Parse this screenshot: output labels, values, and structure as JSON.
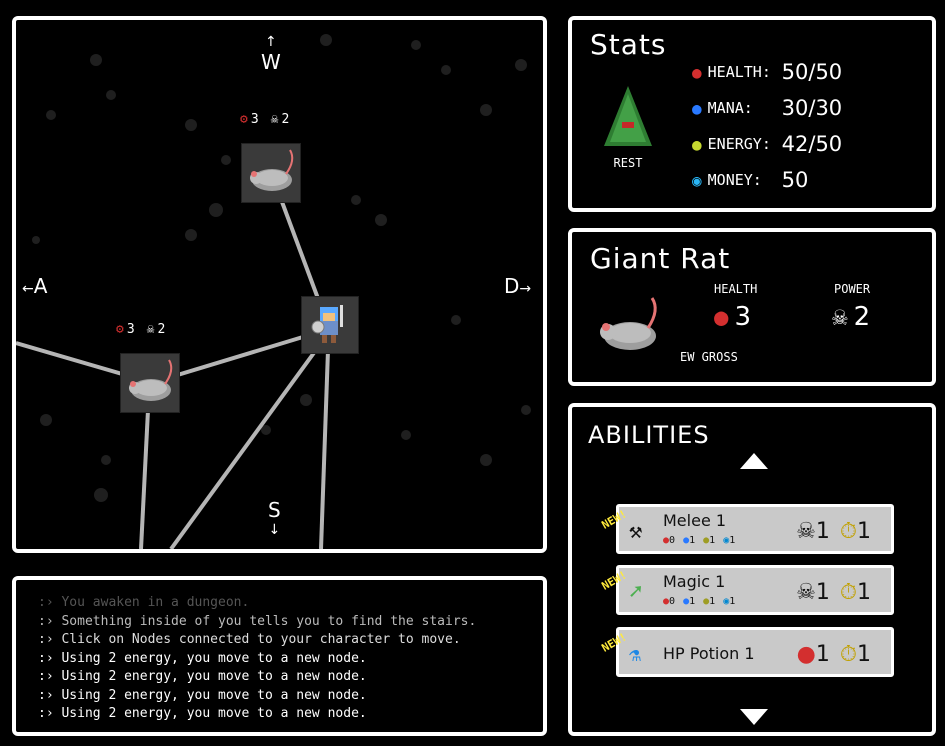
{
  "map": {
    "nav_up": "W",
    "nav_left": "A",
    "nav_right": "D",
    "nav_down": "S",
    "node_a": {
      "potion": "3",
      "skull": "2"
    },
    "node_b": {
      "potion": "3",
      "skull": "2"
    }
  },
  "log": {
    "lines": [
      ":› You awaken in a dungeon.",
      ":› Something inside of you tells you to find the stairs.",
      ":› Click on Nodes connected to your character to move.",
      ":› Using 2 energy, you move to a new node.",
      ":› Using 2 energy, you move to a new node.",
      ":› Using 2 energy, you move to a new node.",
      ":› Using 2 energy, you move to a new node."
    ]
  },
  "stats": {
    "title": "Stats",
    "rest_label": "REST",
    "health_label": "HEALTH:",
    "health_value": "50/50",
    "mana_label": "MANA:",
    "mana_value": "30/30",
    "energy_label": "ENERGY:",
    "energy_value": "42/50",
    "money_label": "MONEY:",
    "money_value": "50"
  },
  "enemy": {
    "name": "Giant Rat",
    "health_label": "HEALTH",
    "health_value": "3",
    "power_label": "POWER",
    "power_value": "2",
    "flavor": "EW GROSS"
  },
  "abilities": {
    "title": "ABILITIES",
    "items": [
      {
        "name": "Melee 1",
        "new": "NEW!",
        "c1": "0",
        "c2": "1",
        "c3": "1",
        "c4": "1",
        "skull": "1",
        "time": "1"
      },
      {
        "name": "Magic 1",
        "new": "NEW!",
        "c1": "0",
        "c2": "1",
        "c3": "1",
        "c4": "1",
        "skull": "1",
        "time": "1"
      },
      {
        "name": "HP Potion 1",
        "new": "NEW!",
        "potion": "1",
        "time": "1"
      }
    ]
  },
  "colors": {
    "background": "#000000",
    "border": "#ffffff",
    "card": "#c9c9c9",
    "new_badge": "#ffeb3b",
    "health_potion": "#d32f2f",
    "mana_potion": "#2979ff",
    "energy_potion": "#c6d830",
    "money_gem": "#29b6f6"
  }
}
